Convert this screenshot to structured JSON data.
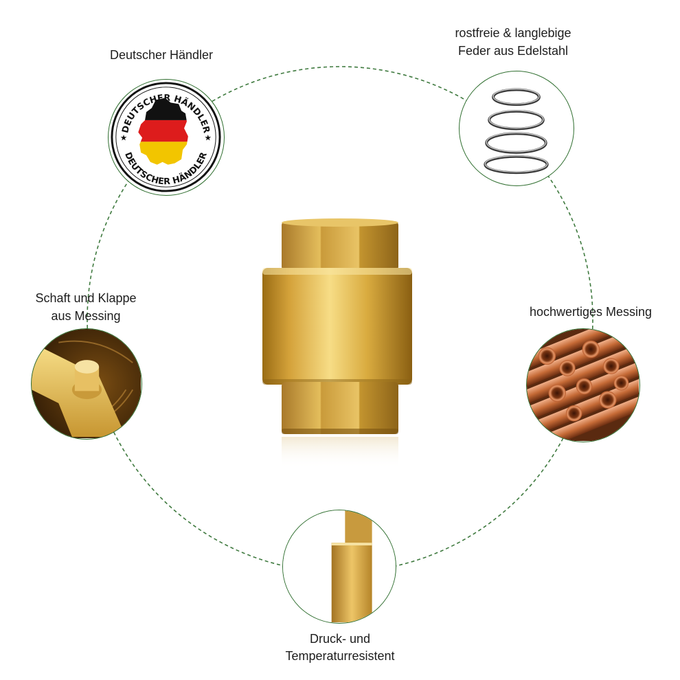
{
  "features": {
    "dealer": {
      "label": "Deutscher Händler",
      "badge_text": "DEUTSCHER HÄNDLER"
    },
    "spring": {
      "label_line1": "rostfreie & langlebige",
      "label_line2": "Feder aus Edelstahl"
    },
    "shaft": {
      "label_line1": "Schaft und Klappe",
      "label_line2": "aus Messing"
    },
    "brass": {
      "label": "hochwertiges Messing"
    },
    "pressure": {
      "label_line1": "Druck- und",
      "label_line2": "Temperaturresistent"
    }
  },
  "colors": {
    "ring_dash": "#3f7a3f",
    "bubble_border": "#2f6e2f",
    "brass_light": "#f3d36a",
    "brass_mid": "#d9a93a",
    "brass_dark": "#8c6212",
    "copper": "#c56a36",
    "flag_black": "#111111",
    "flag_red": "#dd1c1c",
    "flag_gold": "#f2c500"
  },
  "icons": [
    "germany-flag-map-icon",
    "spring-icon",
    "copper-pipes-icon",
    "brass-check-valve-icon",
    "valve-shaft-icon",
    "valve-section-icon"
  ]
}
